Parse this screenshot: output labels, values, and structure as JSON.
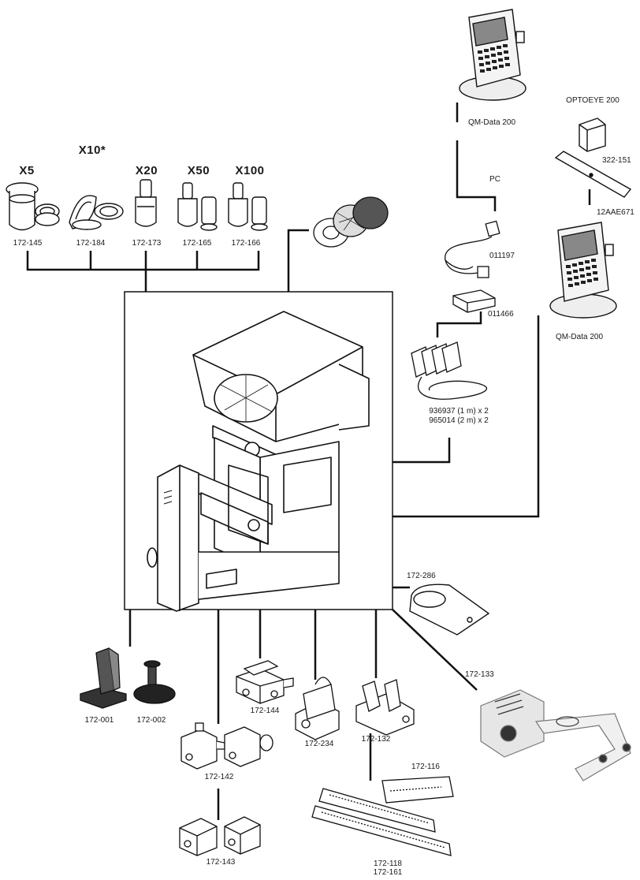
{
  "objectives": [
    {
      "mag": "X5",
      "part": "172-145"
    },
    {
      "mag": "X10*",
      "part": "172-184"
    },
    {
      "mag": "X20",
      "part": "172-173"
    },
    {
      "mag": "X50",
      "part": "172-165"
    },
    {
      "mag": "X100",
      "part": "172-166"
    }
  ],
  "data_processing": {
    "qm_top": "QM-Data 200",
    "pc": "PC",
    "cable": "011197",
    "box": "011466",
    "sensor_cables_line1": "936937 (1 m) x 2",
    "sensor_cables_line2": "965014 (2 m) x 2",
    "optoeye_title": "OPTOEYE 200",
    "optoeye_part": "322-151",
    "bracket_part": "12AAE671",
    "qm_right": "QM-Data 200"
  },
  "accessories": {
    "p286": "172-286",
    "p133": "172-133",
    "p001": "172-001",
    "p002": "172-002",
    "p144": "172-144",
    "p234": "172-234",
    "p132": "172-132",
    "p142": "172-142",
    "p143": "172-143",
    "p116": "172-116",
    "p118": "172-118",
    "p161": "172-161"
  }
}
